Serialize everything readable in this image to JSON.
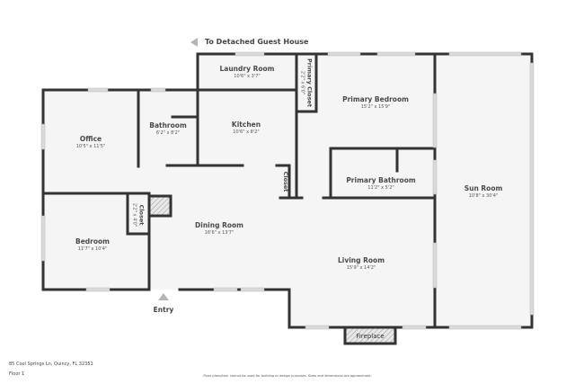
{
  "plan": {
    "floor": "Floor 1",
    "address": "85 Cool Springs Ln, Quincy, FL 32351",
    "disclaimer": "Floor plans/tour cannot be used for building or design purposes. Sizes and dimensions are approximate.",
    "guest_house_label": "To Detached Guest House",
    "entry_label": "Entry",
    "fireplace_label": "Fireplace",
    "colors": {
      "wall": "#333333",
      "floor": "#f5f5f5",
      "window": "#d0d0d0",
      "arrow": "#b5b5b5"
    }
  },
  "rooms": {
    "laundry": {
      "name": "Laundry Room",
      "dim": "10'6\" x 3'7\""
    },
    "primary_closet": {
      "name": "Primary Closet",
      "dim": "2'2\" x 6'0\""
    },
    "primary_bedroom": {
      "name": "Primary Bedroom",
      "dim": "15'2\" x 15'9\""
    },
    "office": {
      "name": "Office",
      "dim": "10'5\" x 11'5\""
    },
    "bathroom": {
      "name": "Bathroom",
      "dim": "6'2\" x 8'2\""
    },
    "kitchen": {
      "name": "Kitchen",
      "dim": "10'6\" x 8'2\""
    },
    "primary_bathroom": {
      "name": "Primary Bathroom",
      "dim": "11'2\" x 5'2\""
    },
    "closet_kitchen": {
      "name": "Closet"
    },
    "sun_room": {
      "name": "Sun Room",
      "dim": "10'8\" x 30'4\""
    },
    "bedroom": {
      "name": "Bedroom",
      "dim": "11'7\" x 10'4\""
    },
    "closet_bedroom": {
      "name": "Closet",
      "dim": "2'2\" x 4'0\""
    },
    "dining": {
      "name": "Dining Room",
      "dim": "16'6\" x 13'7\""
    },
    "living": {
      "name": "Living Room",
      "dim": "15'9\" x 14'2\""
    }
  }
}
